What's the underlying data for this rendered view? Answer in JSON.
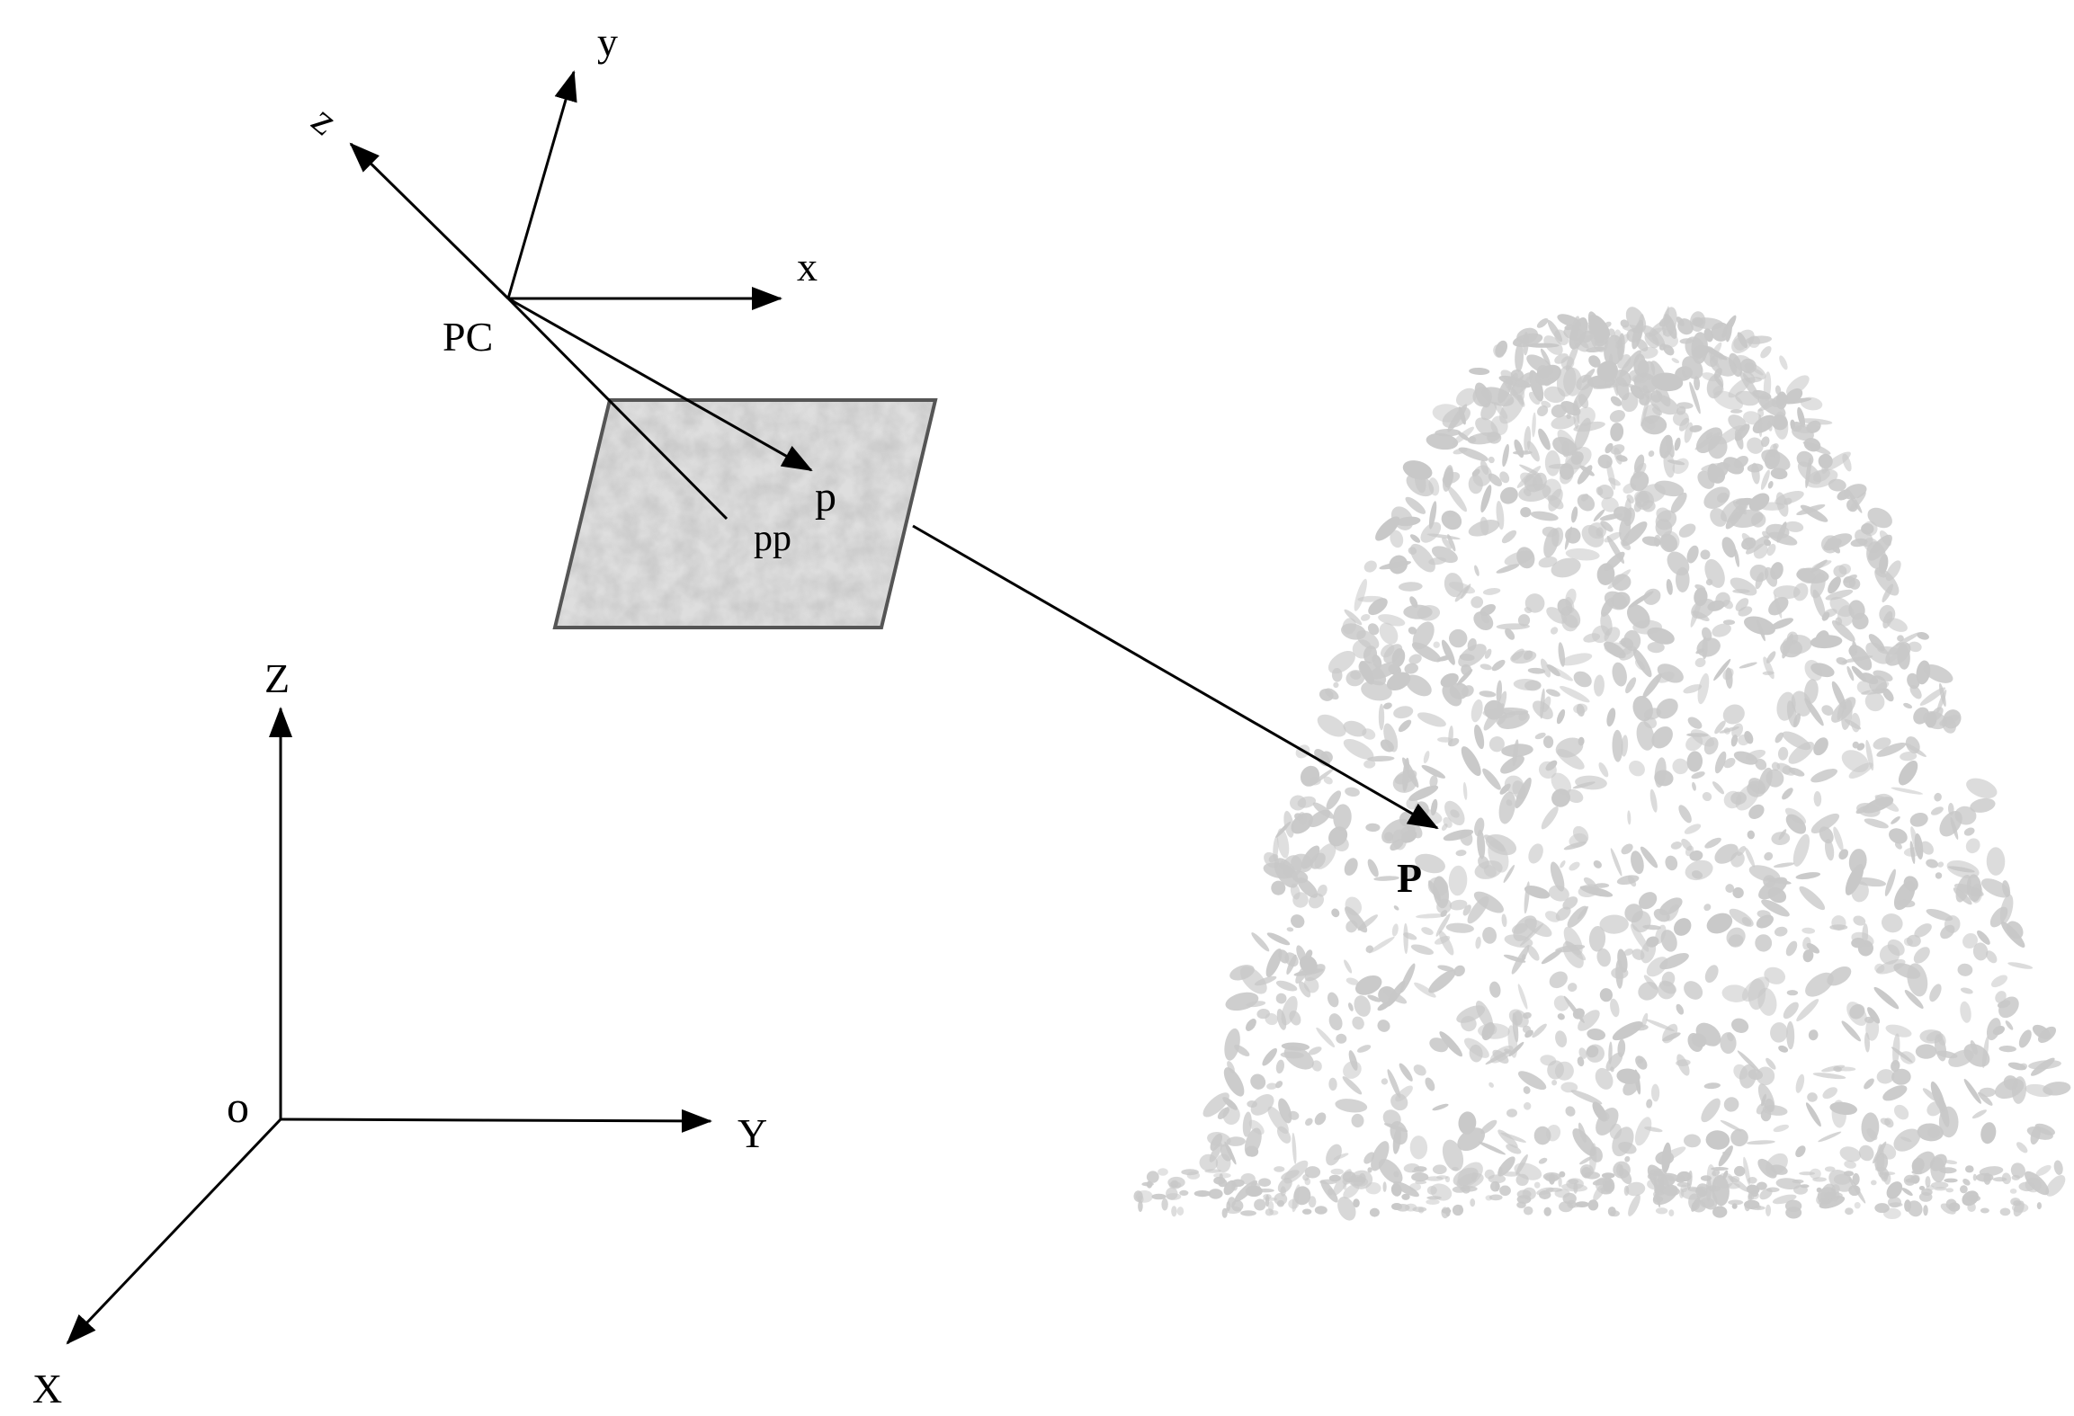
{
  "colors": {
    "line": "#000000",
    "background": "#ffffff",
    "point_cloud": "#c8c8c8",
    "image_plane_fill": "#d4d4d4",
    "image_plane_border": "#555555"
  },
  "camera_frame": {
    "center_label": "PC",
    "x_axis_label": "x",
    "y_axis_label": "y",
    "z_axis_label": "z"
  },
  "image_plane": {
    "image_point_label": "p",
    "principal_point_label": "pp"
  },
  "object": {
    "object_point_label": "P"
  },
  "world_frame": {
    "origin_label": "o",
    "x_axis_label": "X",
    "y_axis_label": "Y",
    "z_axis_label": "Z"
  }
}
